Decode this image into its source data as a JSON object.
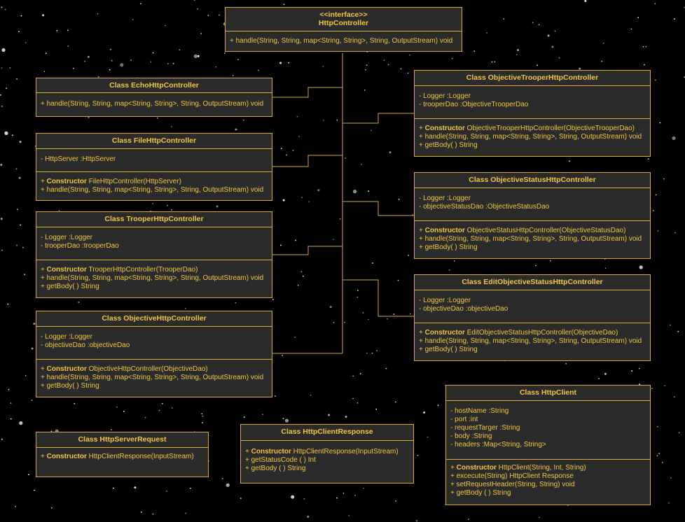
{
  "interface": {
    "stereotype": "<<interface>>",
    "name": "HttpController",
    "methods": [
      "+ handle(String, String, map<String, String>, String, OutputStream) void"
    ]
  },
  "classes": {
    "echo": {
      "title": "Class EchoHttpController",
      "fields": [],
      "methods": [
        {
          "prefix": "+ ",
          "bold": "",
          "text": "handle(String, String, map<String, String>, String, OutputStream) void"
        }
      ]
    },
    "file": {
      "title": "Class FileHttpController",
      "fields": [
        "- HttpServer   :HttpServer"
      ],
      "methods": [
        {
          "prefix": "+ ",
          "bold": "Constructor",
          "text": "  FileHttpController(HttpServer)"
        },
        {
          "prefix": "+ ",
          "bold": "",
          "text": "handle(String, String, map<String, String>, String, OutputStream) void"
        }
      ]
    },
    "trooper": {
      "title": "Class TrooperHttpController",
      "fields": [
        "- Logger   :Logger",
        "- trooperDao   :trooperDao"
      ],
      "methods": [
        {
          "prefix": "+ ",
          "bold": "Constructor",
          "text": "  TrooperHttpController(TrooperDao)"
        },
        {
          "prefix": "+ ",
          "bold": "",
          "text": "handle(String, String, map<String, String>, String, OutputStream) void"
        },
        {
          "prefix": "+ ",
          "bold": "",
          "text": "getBody( )    String"
        }
      ]
    },
    "objective": {
      "title": "Class ObjectiveHttpController",
      "fields": [
        "- Logger   :Logger",
        "- objectiveDao   :objectiveDao"
      ],
      "methods": [
        {
          "prefix": "+ ",
          "bold": "Constructor",
          "text": "  ObjectiveHttpController(ObjectiveDao)"
        },
        {
          "prefix": "+ ",
          "bold": "",
          "text": "handle(String, String, map<String, String>, String, OutputStream) void"
        },
        {
          "prefix": "+ ",
          "bold": "",
          "text": "getBody( )    String"
        }
      ]
    },
    "objectiveTrooper": {
      "title": "Class ObjectiveTrooperHttpController",
      "fields": [
        "- Logger   :Logger",
        "- trooperDao   :ObjectiveTrooperDao"
      ],
      "methods": [
        {
          "prefix": "+ ",
          "bold": "Constructor",
          "text": "  ObjectiveTrooperHttpController(ObjectiveTrooperDao)"
        },
        {
          "prefix": "+ ",
          "bold": "",
          "text": "handle(String, String, map<String, String>, String, OutputStream) void"
        },
        {
          "prefix": "+ ",
          "bold": "",
          "text": "getBody( )    String"
        }
      ]
    },
    "objectiveStatus": {
      "title": "Class ObjectiveStatusHttpController",
      "fields": [
        "- Logger   :Logger",
        "- objectiveStatusDao   :ObjectiveStatusDao"
      ],
      "methods": [
        {
          "prefix": "+ ",
          "bold": "Constructor",
          "text": "  ObjectiveStatusHttpController(ObjectiveStatusDao)"
        },
        {
          "prefix": "+ ",
          "bold": "",
          "text": "handle(String, String, map<String, String>, String, OutputStream) void"
        },
        {
          "prefix": "+ ",
          "bold": "",
          "text": "getBody( )    String"
        }
      ]
    },
    "editObjectiveStatus": {
      "title": "Class EditObjectiveStatusHttpController",
      "fields": [
        "- Logger   :Logger",
        "- objectiveDao   :objectiveDao"
      ],
      "methods": [
        {
          "prefix": "+ ",
          "bold": "Constructor",
          "text": "  EditObjectiveStatusHttpController(ObjectiveDao)"
        },
        {
          "prefix": "+ ",
          "bold": "",
          "text": "handle(String, String, map<String, String>, String, OutputStream) void"
        },
        {
          "prefix": "+ ",
          "bold": "",
          "text": "getBody( )    String"
        }
      ]
    },
    "serverRequest": {
      "title": "Class HttpServerRequest",
      "fields": [],
      "methods": [
        {
          "prefix": "+ ",
          "bold": "Constructor",
          "text": "  HttpClientResponse(InputStream)"
        }
      ]
    },
    "clientResponse": {
      "title": "Class HttpClientResponse",
      "fields": [],
      "methods": [
        {
          "prefix": "+ ",
          "bold": "Constructor",
          "text": "  HttpClientResponse(InputStream)"
        },
        {
          "prefix": "+ ",
          "bold": "",
          "text": "getStatusCode ( )    Int"
        },
        {
          "prefix": "+ ",
          "bold": "",
          "text": "getBody ( )    String"
        }
      ]
    },
    "httpClient": {
      "title": "Class HttpClient",
      "fields": [
        "- hostName    :String",
        "- port    :int",
        "- requestTarger    :String",
        "- body    :String",
        "- headers    :Map<String, String>"
      ],
      "methods": [
        {
          "prefix": "+ ",
          "bold": "Constructor",
          "text": "  HttpClient(String, Int, String)"
        },
        {
          "prefix": "+ ",
          "bold": "",
          "text": "excecute(String)  HttpClient Response"
        },
        {
          "prefix": "+ ",
          "bold": "",
          "text": "setRequestHeader(String, String) void"
        },
        {
          "prefix": "+ ",
          "bold": "",
          "text": "getBody ( )    String"
        }
      ]
    }
  },
  "colors": {
    "background": "#000000",
    "box_fill": "#2b2b2b",
    "border": "#d9a93a",
    "text": "#f2c642"
  }
}
